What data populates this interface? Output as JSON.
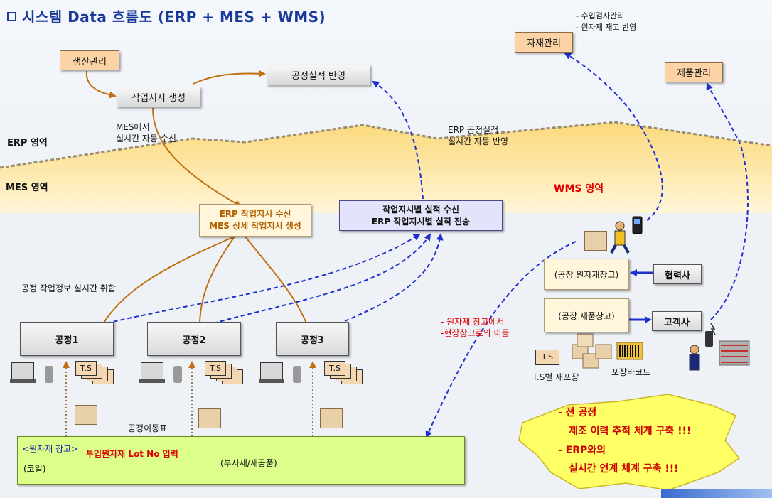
{
  "title": "시스템 Data 흐름도 (ERP + MES + WMS)",
  "zones": {
    "erp": "ERP 영역",
    "mes": "MES 영역",
    "wms": "WMS 영역"
  },
  "boxes": {
    "production_mgmt": "생산관리",
    "work_order_create": "작업지시 생성",
    "process_result": "공정실적 반영",
    "material_mgmt": "자재관리",
    "product_mgmt": "제품관리",
    "mes_recv_line1": "ERP 작업지시 수신",
    "mes_recv_line2": "MES 상세 작업지시 생성",
    "mes_result_line1": "작업지시별 실적 수신",
    "mes_result_line2": "ERP 작업지시별 실적 전송",
    "process1": "공정1",
    "process2": "공정2",
    "process3": "공정3",
    "raw_warehouse": "(공장 원자재창고)",
    "product_warehouse": "(공장 제품창고)",
    "partner": "협력사",
    "customer": "고객사",
    "bottom_title": "<원자재 창고>",
    "bottom_coil": "(코일)",
    "bottom_sub": "(부자재/재공품)",
    "bottom_lot": "투입원자재 Lot No 입력"
  },
  "notes": {
    "material_line1": "- 수입검사관리",
    "material_line2": "- 원자재 재고 반영",
    "mes_recv_line1": "MES에서",
    "mes_recv_line2": "실시간 자동 수신",
    "erp_result_line1": "ERP 공정실적",
    "erp_result_line2": "실시간 자동 반영",
    "process_info": "공정 작업정보 실시간 취합",
    "move_line1": "- 원자재 창고에서",
    "move_line2": "-현장창고로의 이동",
    "move_ticket": "공정이동표",
    "ts_repack": "T.S별 재포장",
    "pack_barcode": "포장바코드",
    "ts_label": "T.S"
  },
  "callout": {
    "line1": "- 전 공정",
    "line2": "제조 이력 추적 체계 구축 !!!",
    "line3": "- ERP와의",
    "line4": "실시간 연계 체계 구축 !!!"
  },
  "colors": {
    "title": "#1a3a9a",
    "orange_arrow": "#c07010",
    "blue_arrow": "#1f2fd0",
    "wms_red": "#e00000",
    "erp_zone": "#fbe7a8",
    "callout": "#ffff66"
  }
}
